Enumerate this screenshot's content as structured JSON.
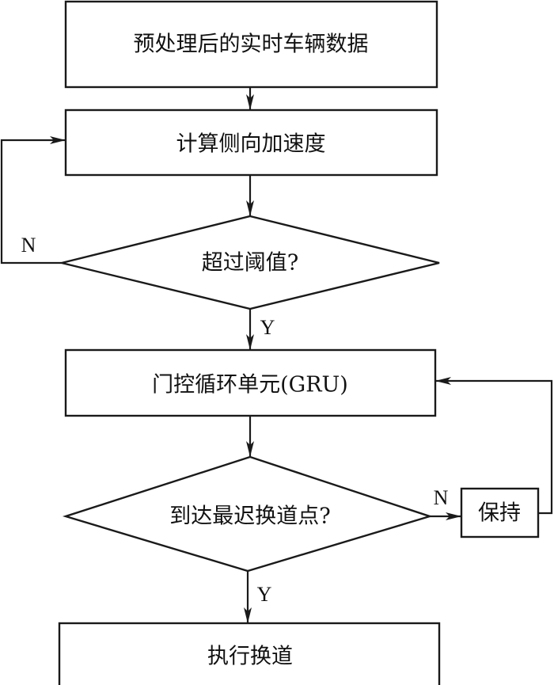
{
  "diagram": {
    "type": "flowchart",
    "nodes": {
      "input": {
        "shape": "rect",
        "label": "预处理后的实时车辆数据"
      },
      "compute": {
        "shape": "rect",
        "label": "计算侧向加速度"
      },
      "threshold": {
        "shape": "diamond",
        "label": "超过阈值?"
      },
      "gru": {
        "shape": "rect",
        "label": "门控循环单元(GRU)"
      },
      "latest_point": {
        "shape": "diamond",
        "label": "到达最迟换道点?"
      },
      "hold": {
        "shape": "rect",
        "label": "保持"
      },
      "execute": {
        "shape": "rect",
        "label": "执行换道"
      }
    },
    "edges": [
      {
        "from": "input",
        "to": "compute",
        "label": ""
      },
      {
        "from": "compute",
        "to": "threshold",
        "label": ""
      },
      {
        "from": "threshold",
        "to": "compute",
        "label": "N"
      },
      {
        "from": "threshold",
        "to": "gru",
        "label": "Y"
      },
      {
        "from": "gru",
        "to": "latest_point",
        "label": ""
      },
      {
        "from": "latest_point",
        "to": "hold",
        "label": "N"
      },
      {
        "from": "hold",
        "to": "gru",
        "label": ""
      },
      {
        "from": "latest_point",
        "to": "execute",
        "label": "Y"
      }
    ],
    "branch_labels": {
      "threshold_no": "N",
      "threshold_yes": "Y",
      "latest_no": "N",
      "latest_yes": "Y"
    },
    "colors": {
      "stroke": "#1a1a1a",
      "fill": "#ffffff",
      "text": "#111111"
    }
  }
}
